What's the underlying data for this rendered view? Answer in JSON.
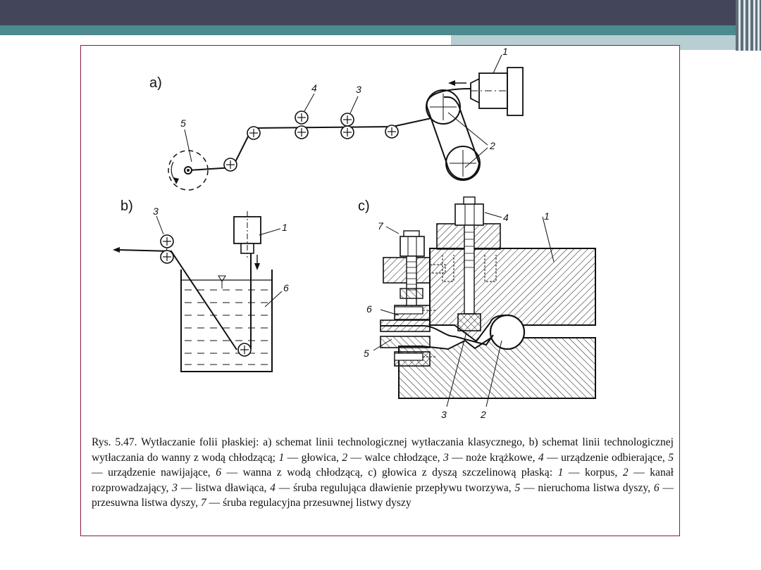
{
  "slide": {
    "colors": {
      "topbar": "#43455a",
      "teal": "#4b8a8f",
      "pale": "#b7cfd2",
      "frame": "#8a1b3e"
    }
  },
  "figure": {
    "panel_a": "a)",
    "panel_b": "b)",
    "panel_c": "c)",
    "labels_a": {
      "l1": "1",
      "l2": "2",
      "l3": "3",
      "l4": "4",
      "l5": "5"
    },
    "labels_b": {
      "l1": "1",
      "l3": "3",
      "l6": "6"
    },
    "labels_c": {
      "l1": "1",
      "l2": "2",
      "l3": "3",
      "l4": "4",
      "l5": "5",
      "l6": "6",
      "l7": "7"
    }
  },
  "caption": {
    "rys": "Rys. 5.47. Wytłaczanie folii płaskiej: a) schemat linii technologicznej wytłaczania klasycznego, b) schemat linii technologicznej wytłaczania do wanny z wodą chłodzącą;",
    "i1": "1",
    "t1": " — głowica, ",
    "i2": "2",
    "t2": " — walce chłodzące, ",
    "i3": "3",
    "t3": " — noże krążkowe, ",
    "i4": "4",
    "t4": " — urządzenie odbierające, ",
    "i5": "5",
    "t5": " — urządzenie nawijające, ",
    "i6": "6",
    "t6": " — wanna z wodą chłodzącą, c) głowica z dyszą szczelinową płaską: ",
    "c1": "1",
    "ct1": " — korpus, ",
    "c2": "2",
    "ct2": " — kanał rozprowadzający, ",
    "c3": "3",
    "ct3": " — listwa dławiąca, ",
    "c4": "4",
    "ct4": " — śruba regulująca dławienie przepływu tworzywa, ",
    "c5": "5",
    "ct5": " — nieruchoma listwa dyszy, ",
    "c6": "6",
    "ct6": " — przesuwna listwa dyszy, ",
    "c7": "7",
    "ct7": " — śruba regulacyjna przesuwnej listwy dyszy"
  }
}
